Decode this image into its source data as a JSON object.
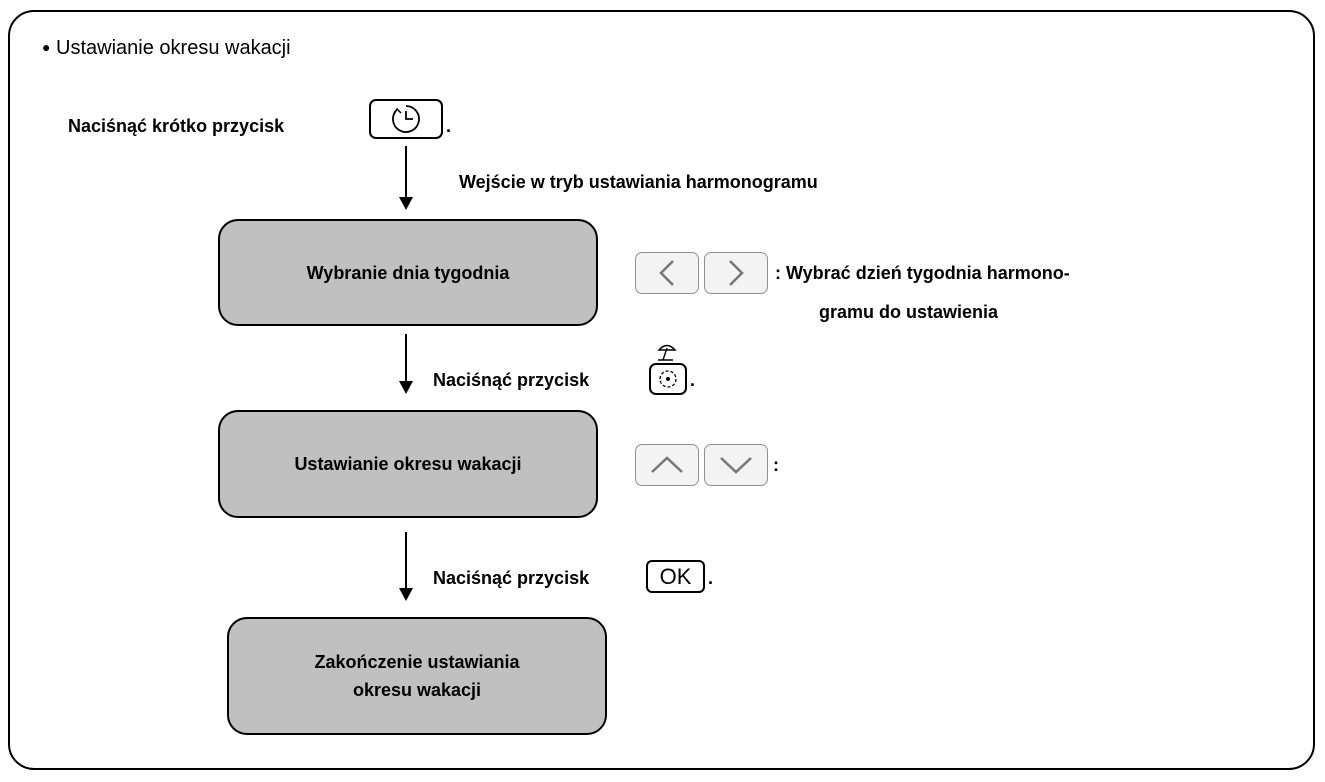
{
  "heading": "Ustawianie okresu wakacji",
  "step1": {
    "prefix": "Naciśnąć krótko przycisk",
    "suffix": ".",
    "icon": "clock-icon"
  },
  "transition1": "Wejście w tryb ustawiania harmonogramu",
  "box1": "Wybranie dnia tygodnia",
  "box1_note": {
    "line1": ": Wybrać dzień tygodnia harmono-",
    "line2": "gramu do ustawienia",
    "icons": [
      "left-arrow-key-icon",
      "right-arrow-key-icon"
    ]
  },
  "step2": {
    "prefix": "Naciśnąć przycisk",
    "suffix": ".",
    "icon": "holiday-settings-icon"
  },
  "box2": "Ustawianie okresu wakacji",
  "box2_note": {
    "text": ":",
    "icons": [
      "up-arrow-key-icon",
      "down-arrow-key-icon"
    ]
  },
  "step3": {
    "prefix": "Naciśnąć przycisk",
    "key_label": "OK",
    "suffix": "."
  },
  "box3": {
    "line1": "Zakończenie ustawiania",
    "line2": "okresu wakacji"
  }
}
